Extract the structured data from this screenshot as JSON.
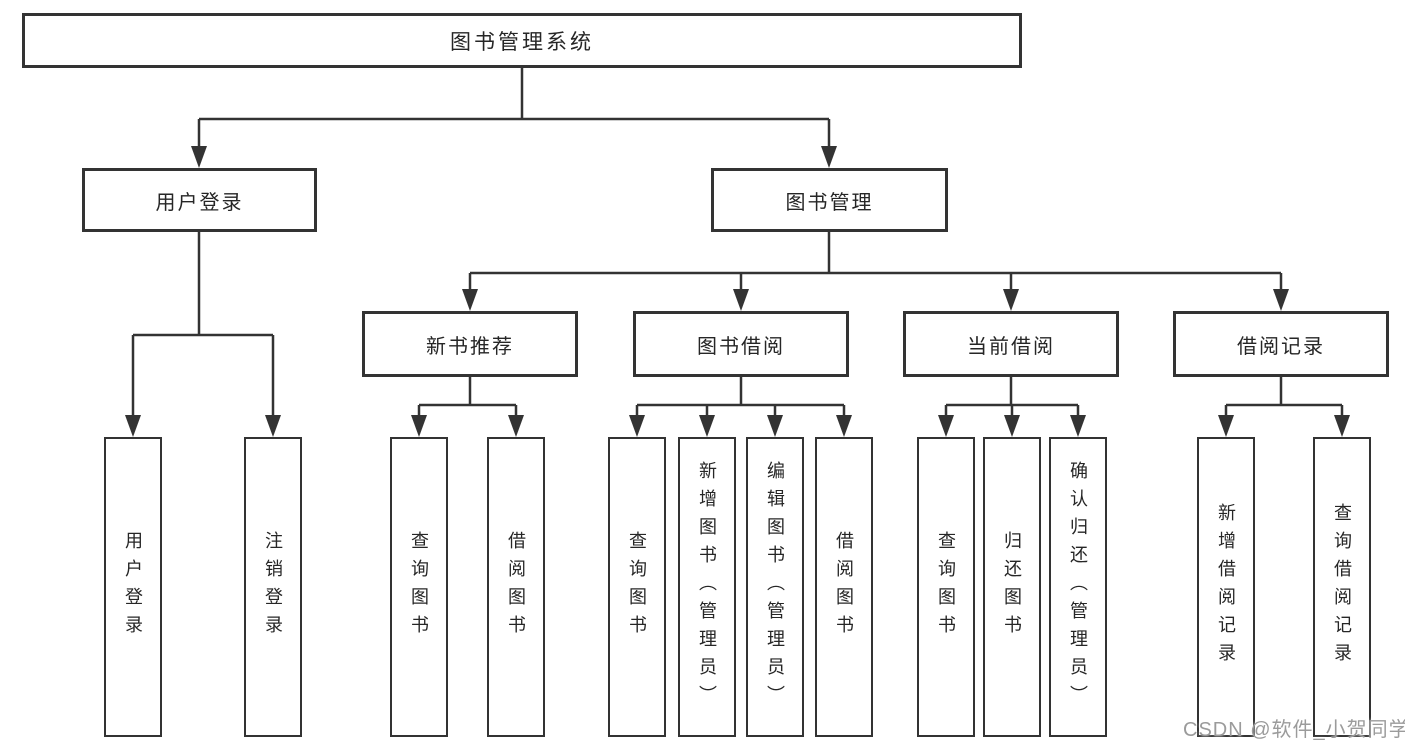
{
  "diagram": {
    "root_label": "图书管理系统",
    "level2": {
      "user_login": "用户登录",
      "book_management": "图书管理"
    },
    "level3": {
      "new_book_recommend": "新书推荐",
      "book_borrow": "图书借阅",
      "current_borrow": "当前借阅",
      "borrow_records": "借阅记录"
    },
    "leaves": {
      "login": [
        "用户登录",
        "注销登录"
      ],
      "recommend": [
        "查询图书",
        "借阅图书"
      ],
      "borrow": [
        "查询图书",
        "新增图书（管理员）",
        "编辑图书（管理员）",
        "借阅图书"
      ],
      "current": [
        "查询图书",
        "归还图书",
        "确认归还（管理员）"
      ],
      "records": [
        "新增借阅记录",
        "查询借阅记录"
      ]
    }
  },
  "watermark": {
    "text": "CSDN @软件_小贺同学",
    "color": "#9b9b9b"
  },
  "colors": {
    "line": "#333333",
    "text": "#262626",
    "background": "#ffffff"
  }
}
